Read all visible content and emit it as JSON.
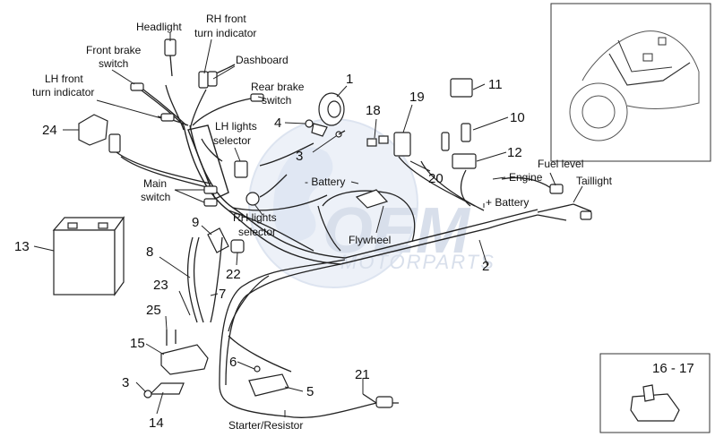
{
  "labels": {
    "headlight": "Headlight",
    "rh_front_turn_1": "RH front",
    "rh_front_turn_2": "turn indicator",
    "front_brake_1": "Front brake",
    "front_brake_2": "switch",
    "dashboard": "Dashboard",
    "lh_front_turn_1": "LH front",
    "lh_front_turn_2": "turn indicator",
    "rear_brake_1": "Rear brake",
    "rear_brake_2": "switch",
    "lh_lights_1": "LH lights",
    "lh_lights_2": "selector",
    "main_switch_1": "Main",
    "main_switch_2": "switch",
    "battery_neg": "- Battery",
    "battery_pos": "+ Battery",
    "rh_lights_1": "RH lights",
    "rh_lights_2": "selector",
    "flywheel": "Flywheel",
    "engine": "Engine",
    "fuel_level": "Fuel level",
    "taillight": "Taillight",
    "starter_resistor": "Starter/Resistor"
  },
  "numbers": {
    "n1": "1",
    "n2": "2",
    "n3a": "3",
    "n3b": "3",
    "n4": "4",
    "n5": "5",
    "n6": "6",
    "n7": "7",
    "n8": "8",
    "n9": "9",
    "n10": "10",
    "n11": "11",
    "n12": "12",
    "n13": "13",
    "n14": "14",
    "n15": "15",
    "n18": "18",
    "n19": "19",
    "n20": "20",
    "n21": "21",
    "n22": "22",
    "n23": "23",
    "n24": "24",
    "n25": "25"
  },
  "inset": {
    "label": "16 - 17"
  },
  "watermark": {
    "letters": "OEM",
    "subtitle": "MOTORPARTS"
  }
}
